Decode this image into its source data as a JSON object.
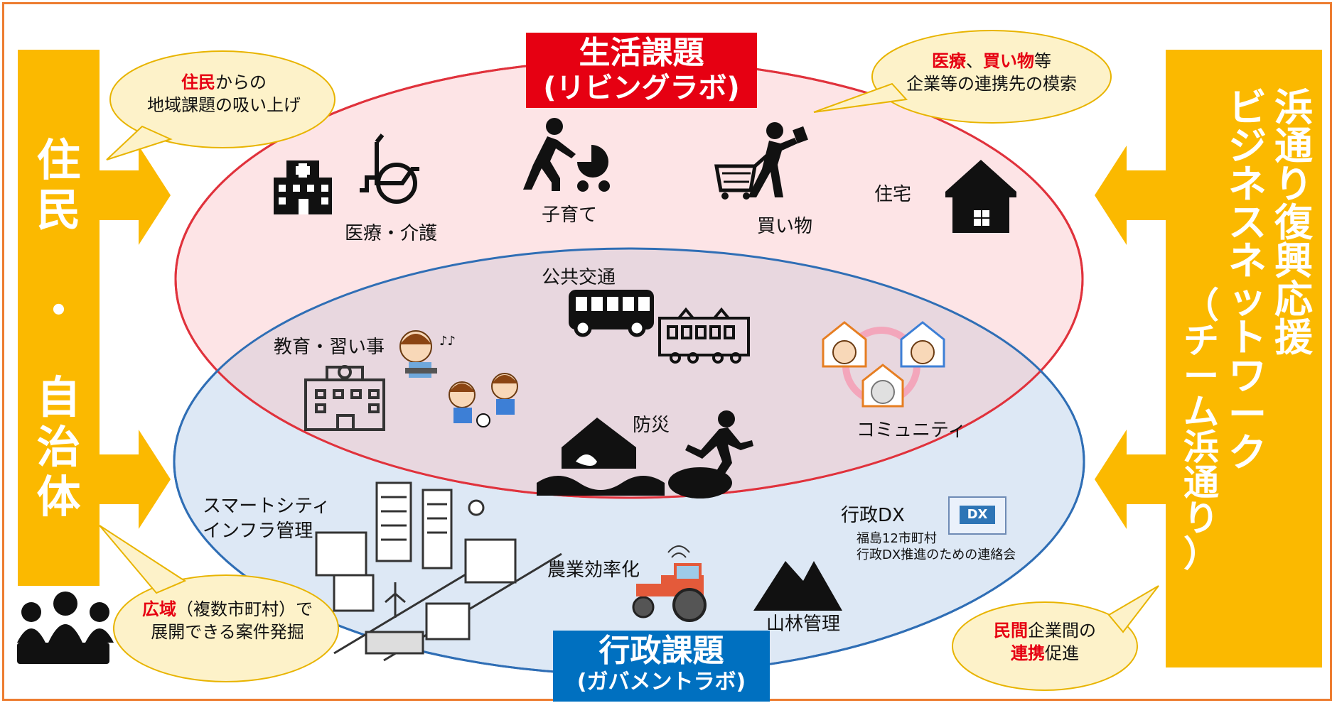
{
  "left_bar": {
    "chars": [
      "住",
      "民",
      "・",
      "自",
      "治",
      "体"
    ]
  },
  "right_bar": {
    "col1": [
      "浜",
      "通",
      "り",
      "復",
      "興",
      "応",
      "援"
    ],
    "col2": [
      "ビ",
      "ジ",
      "ネ",
      "ス",
      "ネ",
      "ッ",
      "ト",
      "ワ",
      "ー",
      "ク"
    ],
    "col3": [
      "（",
      "チ",
      "ー",
      "ム",
      "浜",
      "通",
      "り",
      "）"
    ]
  },
  "living_title": {
    "line1": "生活課題",
    "line2": "(リビングラボ)"
  },
  "admin_title": {
    "line1": "行政課題",
    "line2": "(ガバメントラボ)"
  },
  "bubbles": {
    "top_left": {
      "em": "住民",
      "rest": "からの",
      "line2": "地域課題の吸い上げ"
    },
    "top_right": {
      "em1": "医療",
      "sep": "、",
      "em2": "買い物",
      "rest": "等",
      "line2": "企業等の連携先の模索"
    },
    "bottom_left": {
      "em": "広域",
      "rest": "（複数市町村）で",
      "line2": "展開できる案件発掘"
    },
    "bottom_right": {
      "em1": "民間",
      "rest1": "企業間の",
      "em2": "連携",
      "rest2": "促進"
    }
  },
  "labels": {
    "medical": "医療・介護",
    "childcare": "子育て",
    "shopping": "買い物",
    "housing": "住宅",
    "transit": "公共交通",
    "education": "教育・習い事",
    "disaster": "防災",
    "community": "コミュニティ",
    "smartcity1": "スマートシティ",
    "smartcity2": "インフラ管理",
    "adminDX": "行政DX",
    "dx_badge": "DX",
    "dx_note1": "福島12市町村",
    "dx_note2": "行政DX推進のための連絡会",
    "agriculture": "農業効率化",
    "forestry": "山林管理"
  },
  "colors": {
    "gold": "#fbb900",
    "orange_border": "#ed7d31",
    "red_title": "#e60012",
    "blue_title": "#0070c0",
    "living_fill": "#fde4e6",
    "admin_fill": "#dde8f5",
    "overlap_fill": "#e8d7df",
    "bubble_fill": "#fdf2c9"
  }
}
